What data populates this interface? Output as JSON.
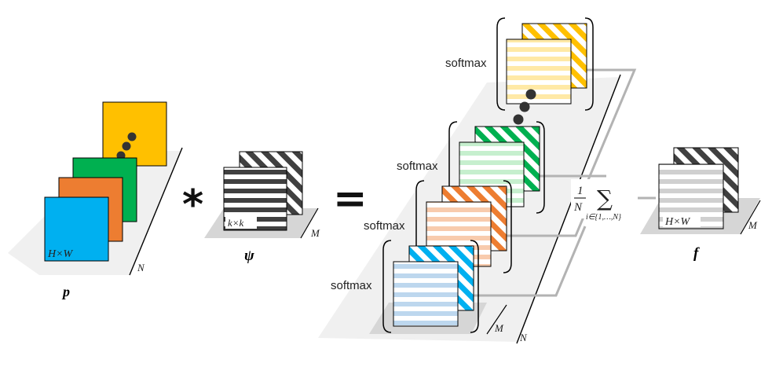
{
  "colors": {
    "yellow": "#FFC000",
    "green": "#00B050",
    "orange": "#ED7D31",
    "blue": "#00B0F0",
    "dark": "#404040",
    "gray_plane": "#f0f0f0",
    "shadow": "#d6d6d6",
    "connector": "#b3b3b3",
    "pale_yellow": "#FFE9A6",
    "pale_green": "#C6EFCE",
    "pale_orange": "#F8CBAD",
    "pale_blue": "#BDD7EE",
    "pale_gray": "#D0D0D0"
  },
  "labels": {
    "p_size": "H×W",
    "p_name": "p",
    "p_count": "N",
    "conv_op": "*",
    "psi_size": "k×k",
    "psi_name": "ψ",
    "psi_count": "M",
    "equals": "=",
    "softmax_1": "softmax",
    "softmax_2": "softmax",
    "softmax_3": "softmax",
    "softmax_4": "softmax",
    "stack_count_m": "M",
    "stack_count_n": "N",
    "frac_num": "1",
    "frac_den": "N",
    "sum_symbol": "∑",
    "sum_index": "i∈{1,…,N}",
    "f_size": "H×W",
    "f_name": "f",
    "f_count": "M"
  }
}
